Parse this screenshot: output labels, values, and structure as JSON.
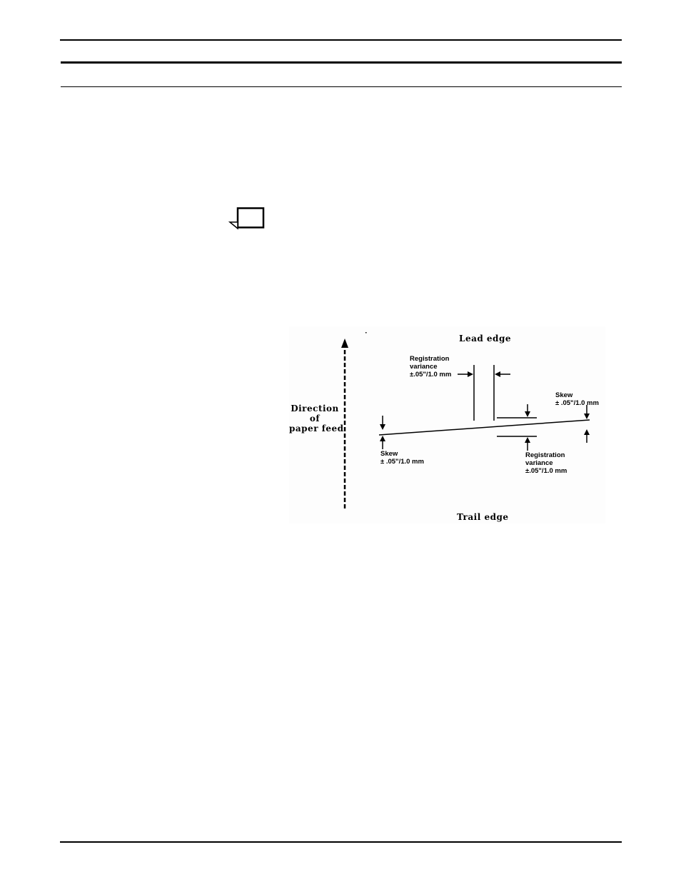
{
  "page": {
    "header_rules": [
      "thin-top",
      "thick-middle",
      "thin-bottom"
    ],
    "footer_rule": "thin"
  },
  "note": {
    "icon": "note-icon"
  },
  "figure": {
    "lead_edge_label": "Lead edge",
    "trail_edge_label": "Trail edge",
    "direction_label": {
      "line1": "Direction",
      "line2": "of",
      "line3": "paper feed"
    },
    "registration_top": {
      "line1": "Registration",
      "line2": "variance",
      "line3": "±.05\"/1.0 mm"
    },
    "registration_bottom": {
      "line1": "Registration",
      "line2": "variance",
      "line3": "±.05\"/1.0 mm"
    },
    "skew_left": {
      "line1": "Skew",
      "line2": "± .05\"/1.0 mm"
    },
    "skew_right": {
      "line1": "Skew",
      "line2": "± .05\"/1.0 mm"
    }
  }
}
